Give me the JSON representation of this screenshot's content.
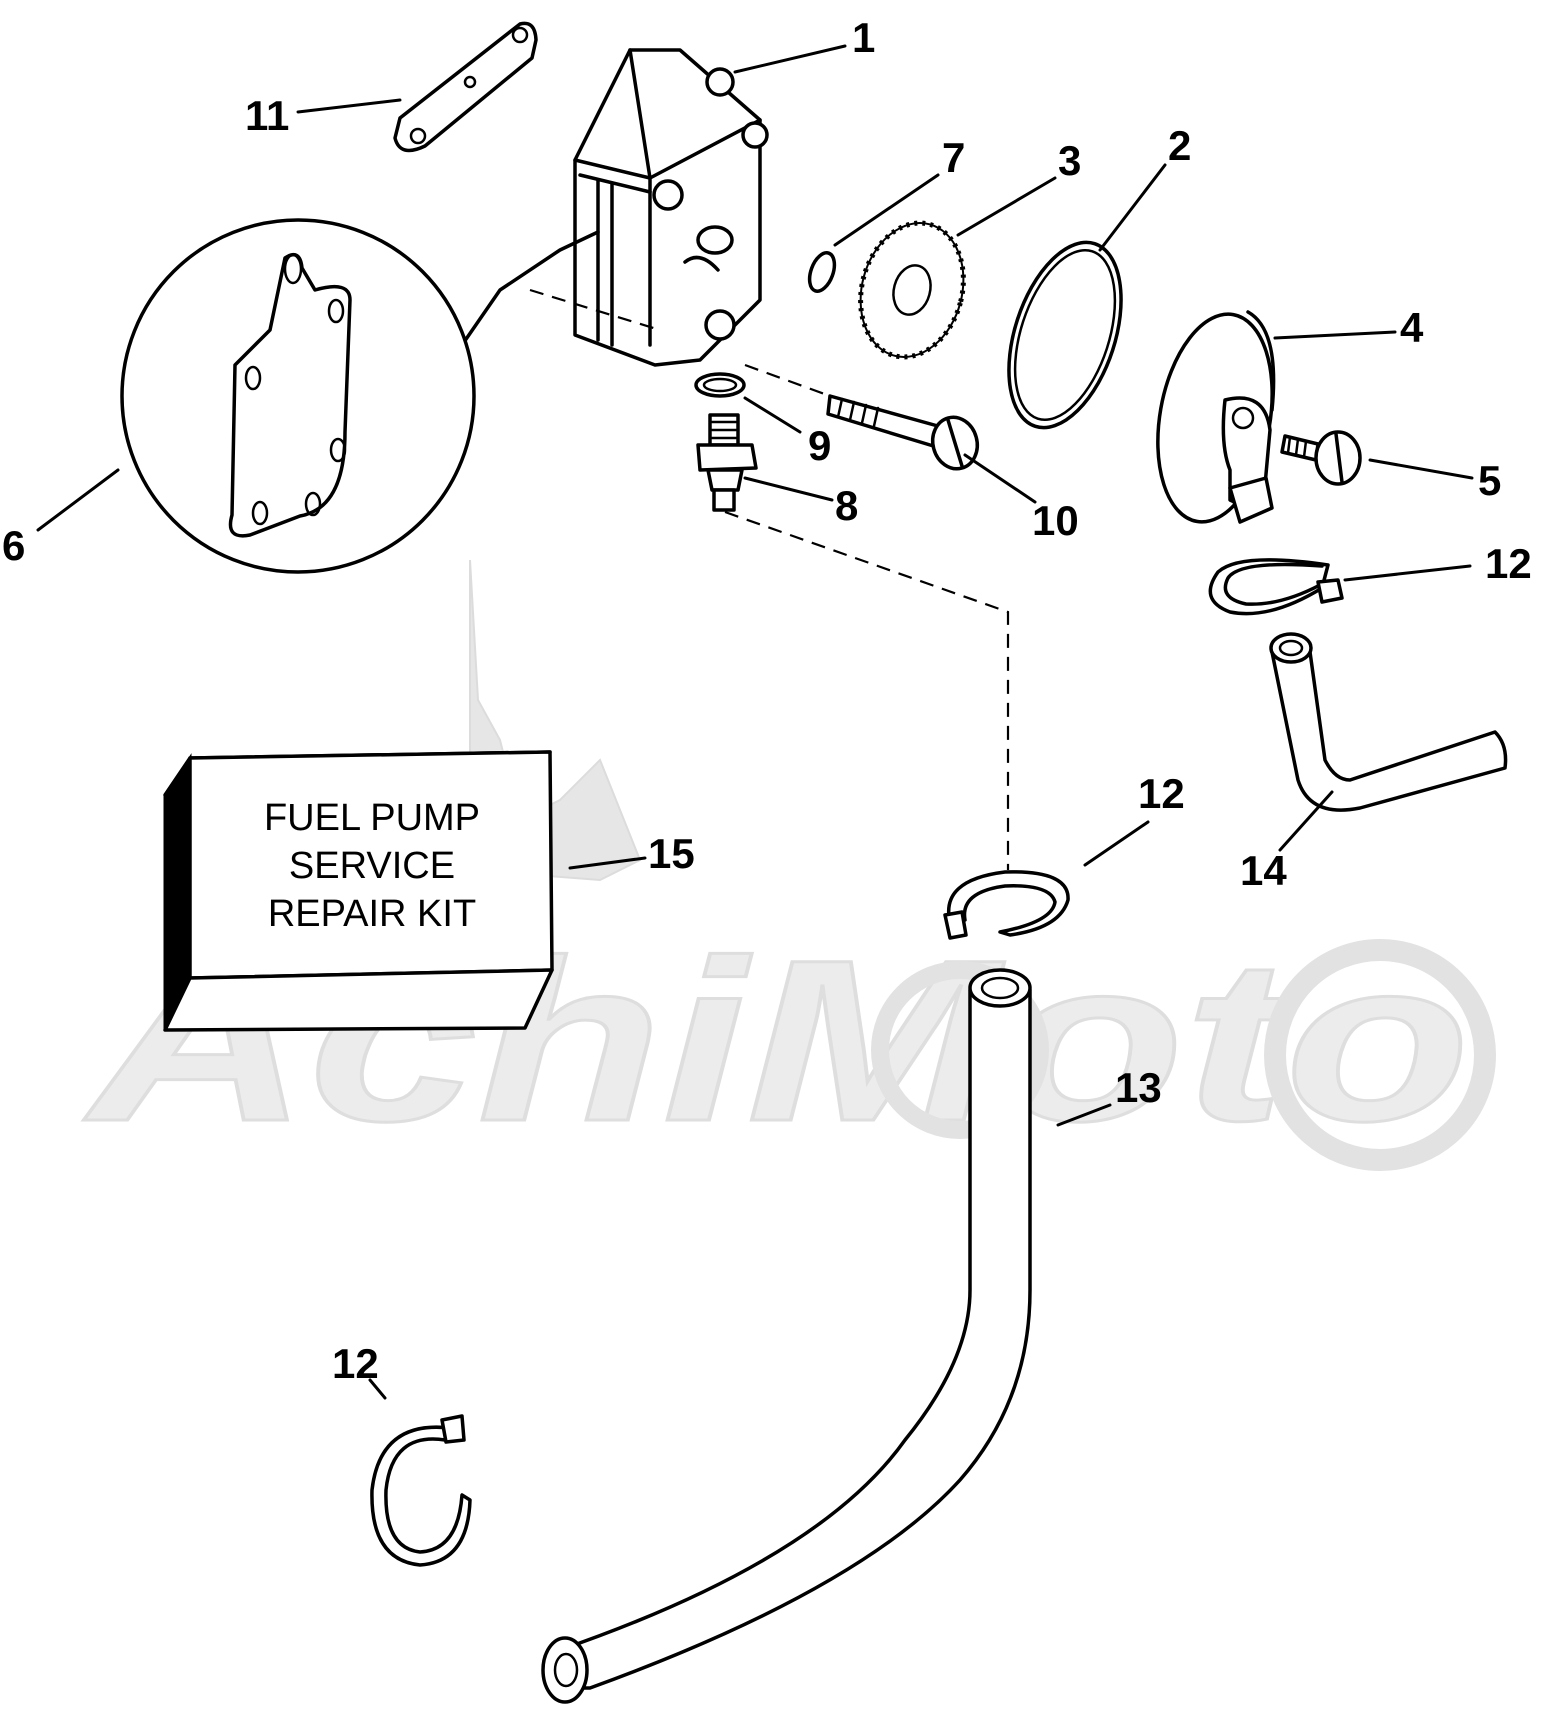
{
  "watermark": {
    "text": "AchiMoto"
  },
  "kit_box": {
    "lines": [
      "FUEL PUMP",
      "SERVICE",
      "REPAIR KIT"
    ]
  },
  "callouts": {
    "c1": "1",
    "c2": "2",
    "c3": "3",
    "c4": "4",
    "c5": "5",
    "c6": "6",
    "c7": "7",
    "c8": "8",
    "c9": "9",
    "c10": "10",
    "c11": "11",
    "c12a": "12",
    "c12b": "12",
    "c12c": "12",
    "c13": "13",
    "c14": "14",
    "c15": "15"
  }
}
